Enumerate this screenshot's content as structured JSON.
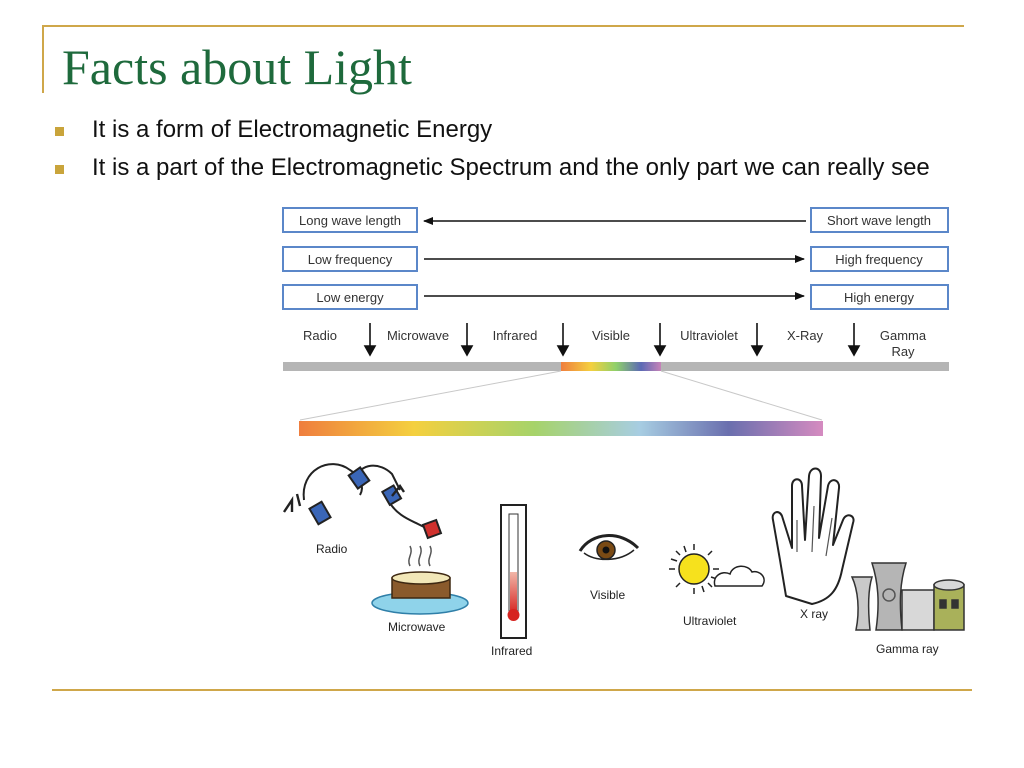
{
  "slide": {
    "title": "Facts about Light",
    "bullets": [
      "It is a form of Electromagnetic Energy",
      "It is a part of the Electromagnetic Spectrum and the only part we can really see"
    ],
    "colors": {
      "title": "#1e6a3c",
      "accent": "#cfa74a",
      "bullet": "#c9a43b",
      "box_border": "#5b87c9"
    }
  },
  "diagram": {
    "scale_boxes": {
      "long_wave": "Long wave length",
      "short_wave": "Short wave length",
      "low_frequency": "Low frequency",
      "high_frequency": "High frequency",
      "low_energy": "Low energy",
      "high_energy": "High energy"
    },
    "bands": [
      "Radio",
      "Microwave",
      "Infrared",
      "Visible",
      "Ultraviolet",
      "X-Ray",
      "Gamma",
      "Ray"
    ],
    "illustrations": {
      "radio": "Radio",
      "microwave": "Microwave",
      "infrared": "Infrared",
      "visible": "Visible",
      "ultraviolet": "Ultraviolet",
      "xray": "X ray",
      "gamma": "Gamma ray"
    },
    "icons": [
      "headphones-icon",
      "cake-icon",
      "thermometer-icon",
      "eye-icon",
      "sun-icon",
      "cloud-icon",
      "hand-xray-icon",
      "power-plant-icon"
    ]
  }
}
